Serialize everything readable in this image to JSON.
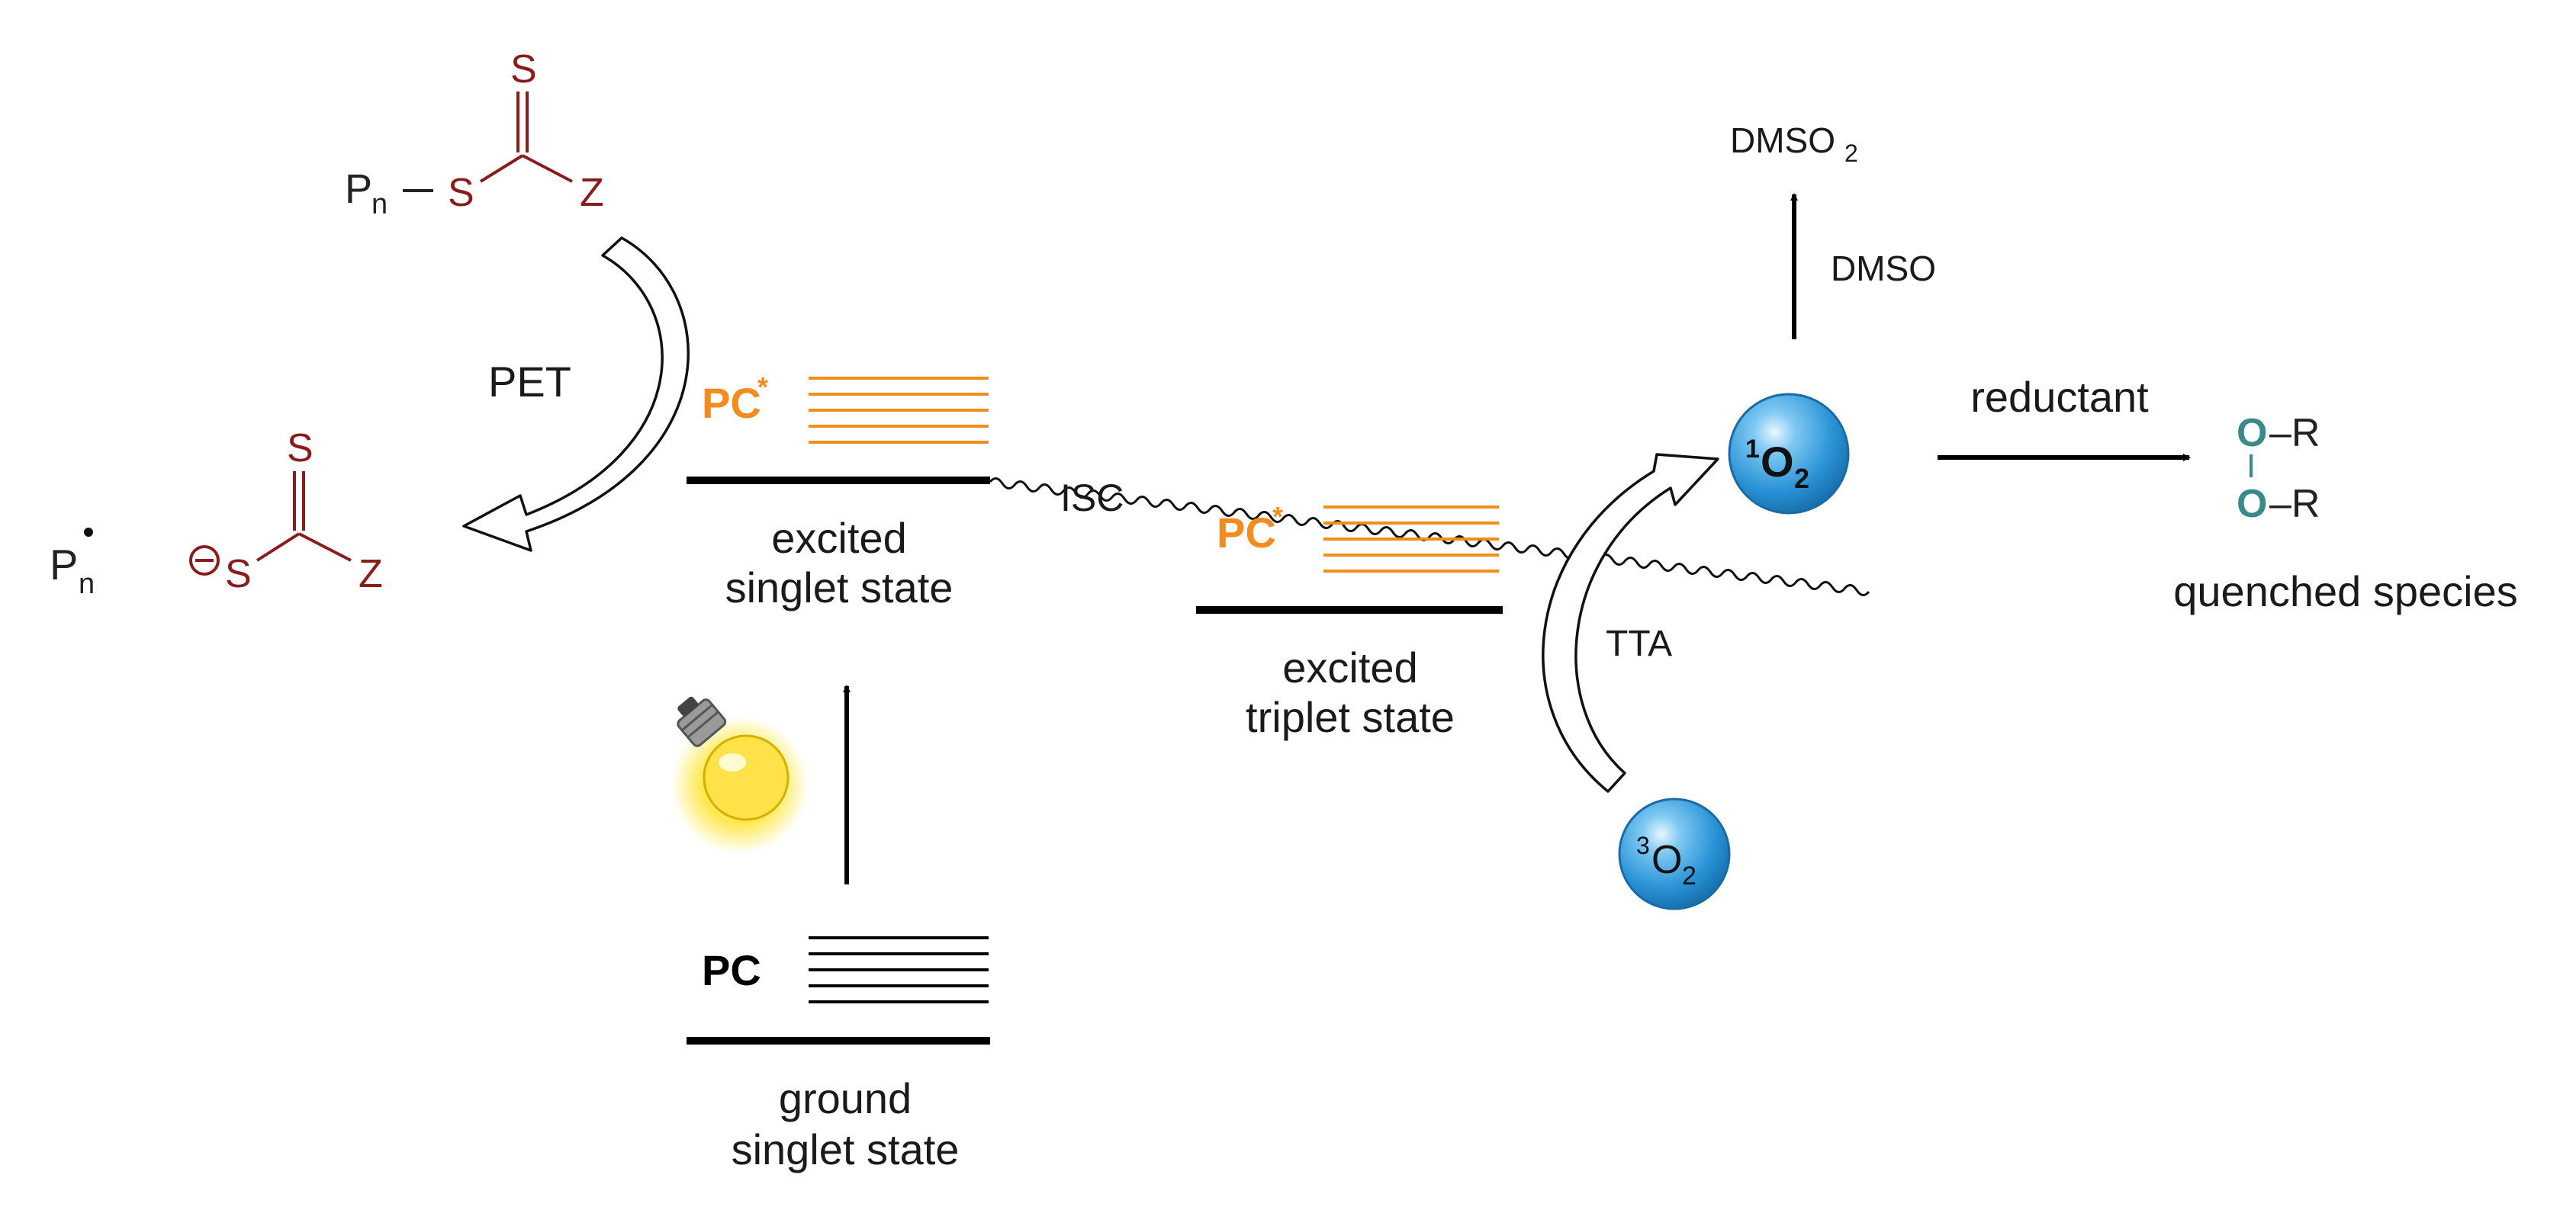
{
  "colors": {
    "trithiocarbonate": "#8b1c1c",
    "pc_excited": "#f28c1e",
    "level_line": "#000000",
    "oxygen_sphere": "#2f9fe0",
    "peroxide_o": "#3a8a8a"
  },
  "icons": [
    "light-bulb-icon",
    "singlet-oxygen-sphere",
    "triplet-oxygen-sphere"
  ],
  "raft_agent": {
    "polymer": "P",
    "polymer_sub": "n",
    "s_bridge": "S",
    "s_top": "S",
    "z_group": "Z",
    "bond": "–"
  },
  "products": {
    "radical": "P",
    "radical_sub": "n",
    "radical_dot": "•",
    "anion_charge": "⊖",
    "anion_s": "S",
    "anion_s_top": "S",
    "anion_z": "Z"
  },
  "pet_label": "PET",
  "states": {
    "excited_singlet": {
      "pc_label": "PC",
      "pc_sup": "*",
      "name_line1": "excited",
      "name_line2": "singlet state"
    },
    "excited_triplet": {
      "pc_label": "PC",
      "pc_sup": "*",
      "name_line1": "excited",
      "name_line2": "triplet state"
    },
    "ground_singlet": {
      "pc_label": "PC",
      "name_line1": "ground",
      "name_line2": "singlet state"
    }
  },
  "isc_label": "ISC",
  "tta_label": "TTA",
  "oxygen": {
    "singlet_sup": "1",
    "singlet_main": "O",
    "singlet_sub": "2",
    "triplet_sup": "3",
    "triplet_main": "O",
    "triplet_sub": "2"
  },
  "dmso": {
    "product_main": "DMSO",
    "product_sub": "2",
    "reagent": "DMSO"
  },
  "quench": {
    "arrow_label": "reductant",
    "o_top": "O",
    "o_bottom": "O",
    "r_top": "–R",
    "r_bottom": "–R",
    "caption": "quenched species"
  }
}
